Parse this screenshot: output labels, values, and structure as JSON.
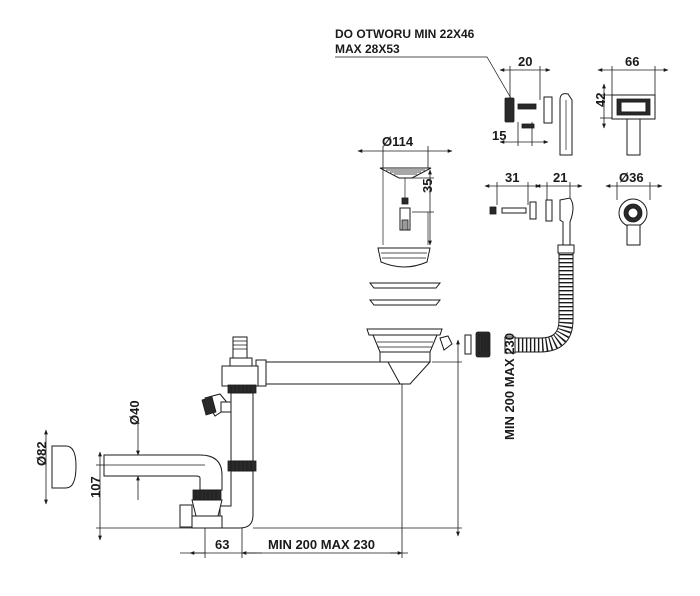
{
  "labels": {
    "note_line1": "DO OTWORU MIN 22X46",
    "note_line2": "MAX 28X53",
    "dim_20": "20",
    "dim_66": "66",
    "dim_42": "42",
    "dim_15": "15",
    "dim_114": "Ø114",
    "dim_35": "35",
    "dim_31": "31",
    "dim_21": "21",
    "dim_36": "Ø36",
    "dim_40": "Ø40",
    "dim_82": "Ø82",
    "dim_107": "107",
    "dim_63": "63",
    "dim_200_230_h": "MIN 200 MAX 230",
    "dim_200_230_v": "MIN 200 MAX 230"
  }
}
